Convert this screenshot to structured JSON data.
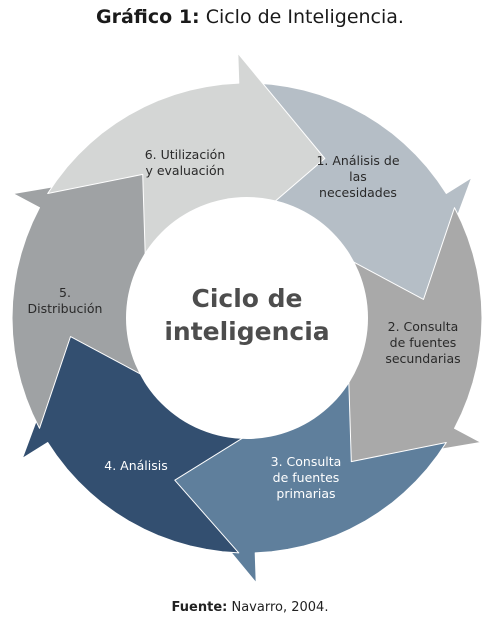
{
  "caption": {
    "lead": "Gráfico 1:",
    "text": "Ciclo de Inteligencia."
  },
  "center": {
    "line1": "Ciclo de",
    "line2": "inteligencia"
  },
  "stages": [
    {
      "lines": [
        "1. Análisis de",
        "las",
        "necesidades"
      ],
      "color": "#b5bec6"
    },
    {
      "lines": [
        "2. Consulta",
        "de fuentes",
        "secundarias"
      ],
      "color": "#a9a9a9"
    },
    {
      "lines": [
        "3. Consulta",
        "de fuentes",
        "primarias"
      ],
      "color": "#5f7f9c"
    },
    {
      "lines": [
        "4. Análisis"
      ],
      "color": "#334f70"
    },
    {
      "lines": [
        "5.",
        "Distribución"
      ],
      "color": "#9fa2a4"
    },
    {
      "lines": [
        "6. Utilización",
        "y evaluación"
      ],
      "color": "#d4d6d5"
    }
  ],
  "source": {
    "lead": "Fuente:",
    "text": "Navarro, 2004."
  }
}
